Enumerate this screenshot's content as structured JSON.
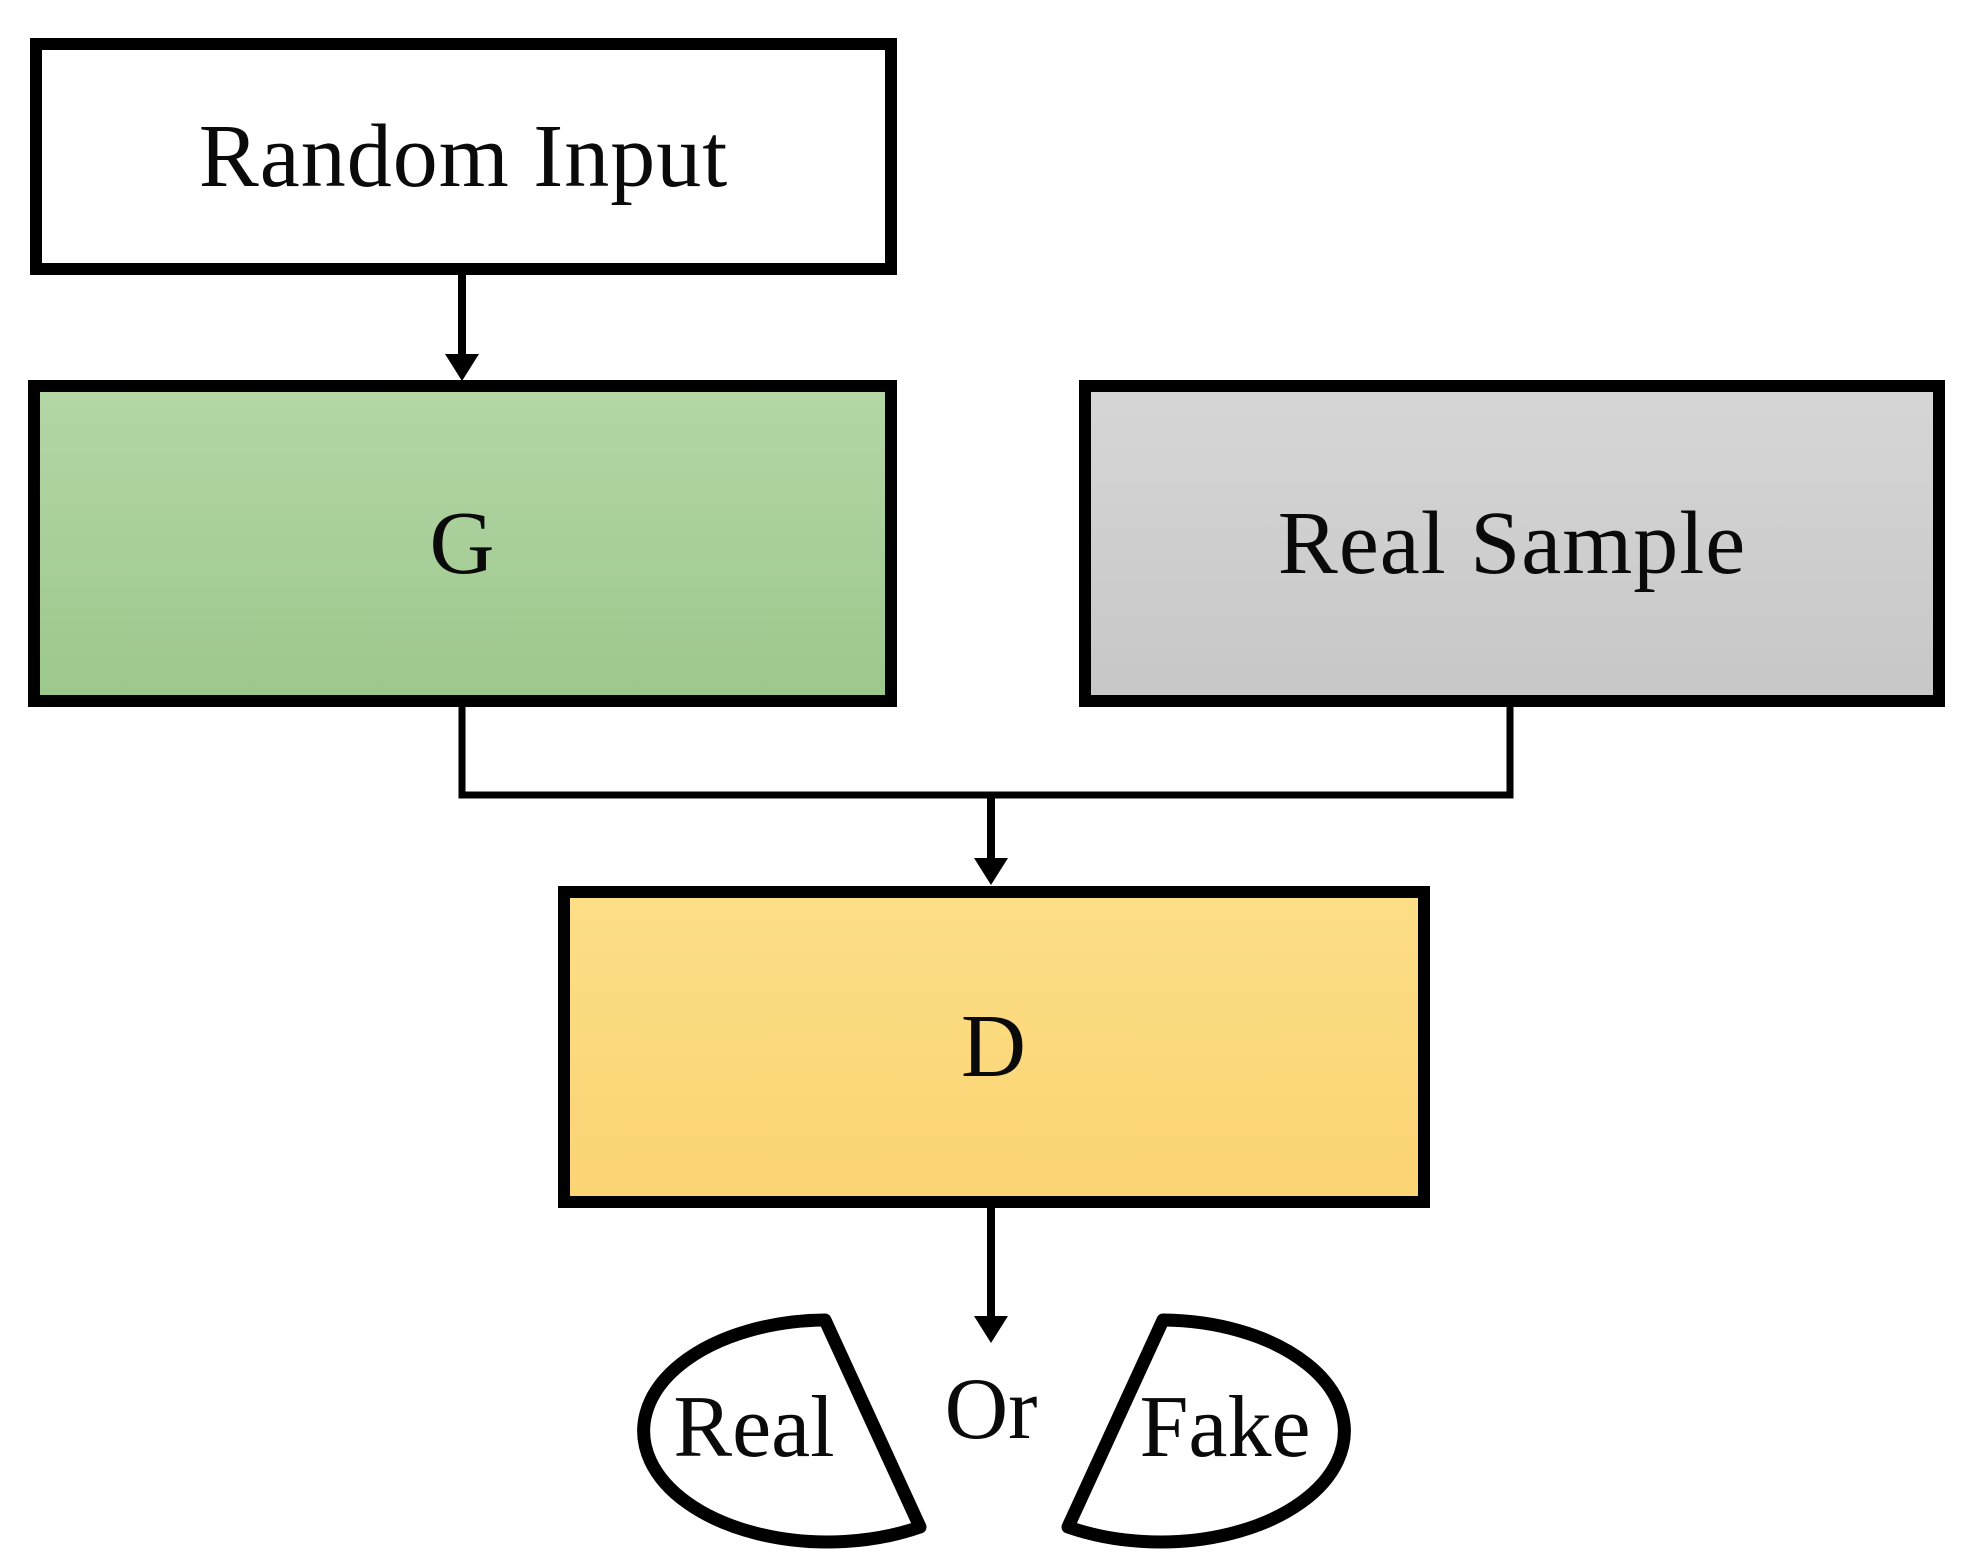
{
  "diagram": {
    "nodes": {
      "random_input": {
        "label": "Random Input"
      },
      "generator": {
        "label": "G"
      },
      "real_sample": {
        "label": "Real Sample"
      },
      "discriminator": {
        "label": "D"
      },
      "real_output": {
        "label": "Real"
      },
      "fake_output": {
        "label": "Fake"
      },
      "or_connector": {
        "label": "Or"
      }
    },
    "edges": [
      {
        "from": "random_input",
        "to": "generator"
      },
      {
        "from": "generator",
        "to": "discriminator"
      },
      {
        "from": "real_sample",
        "to": "discriminator"
      },
      {
        "from": "discriminator",
        "to": "real_or_fake_output"
      }
    ]
  },
  "colors": {
    "canvas_bg": "#ffffff",
    "node_border": "#000000",
    "text_color": "#0a0a0a",
    "connector_color": "#000000",
    "random_input_fill": "#ffffff",
    "generator_fill_top": "#b4d6a6",
    "generator_fill_bottom": "#9cc88c",
    "real_sample_fill_top": "#d6d6d6",
    "real_sample_fill_bottom": "#c7c7c7",
    "discriminator_fill_top": "#fdde86",
    "discriminator_fill_bottom": "#fbd474",
    "output_fill": "#ffffff"
  }
}
